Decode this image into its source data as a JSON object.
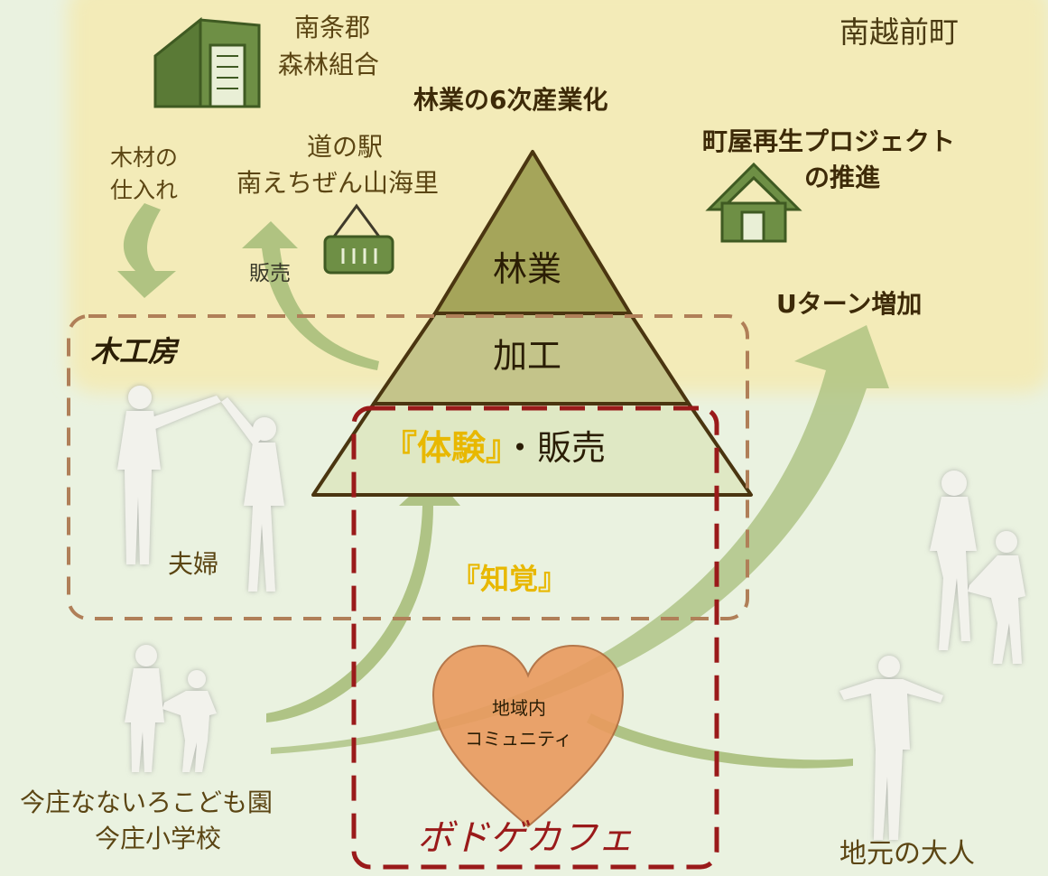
{
  "region": {
    "label": "南越前町"
  },
  "org": {
    "line1": "南条郡",
    "line2": "森林組合"
  },
  "headline": {
    "forestry_6th": "林業の6次産業化"
  },
  "michi": {
    "line1": "道の駅",
    "line2": "南えちぜん山海里"
  },
  "flows": {
    "timber": {
      "line1": "木材の",
      "line2": "仕入れ"
    },
    "sales": "販売",
    "perception": "『知覚』"
  },
  "machiya": {
    "line1": "町屋再生プロジェクト",
    "line2": "の推進"
  },
  "uturn": "Uターン増加",
  "pyramid": {
    "top": "林業",
    "middle": "加工",
    "bottom_highlight": "『体験』",
    "bottom_rest": "・販売"
  },
  "workshop": {
    "title": "木工房",
    "couple": "夫婦"
  },
  "cafe": {
    "title": "ボドゲカフェ"
  },
  "community": {
    "line1": "地域内",
    "line2": "コミュニティ"
  },
  "children": {
    "line1": "今庄なないろこども園",
    "line2": "今庄小学校"
  },
  "adults": "地元の大人",
  "colors": {
    "region_fill": "#f3ebb8",
    "pyramid_top": "#a5a55a",
    "pyramid_middle": "#c4c48a",
    "pyramid_bottom": "#dfe8c4",
    "pyramid_outline": "#4a3510",
    "icon_green": "#6e8f45",
    "arrow_green": "#a9bf7c",
    "workshop_dash": "#b07f58",
    "cafe_dash": "#9a1a1a",
    "heart": "#e99a5e",
    "silhouette": "#f2f2ec"
  }
}
